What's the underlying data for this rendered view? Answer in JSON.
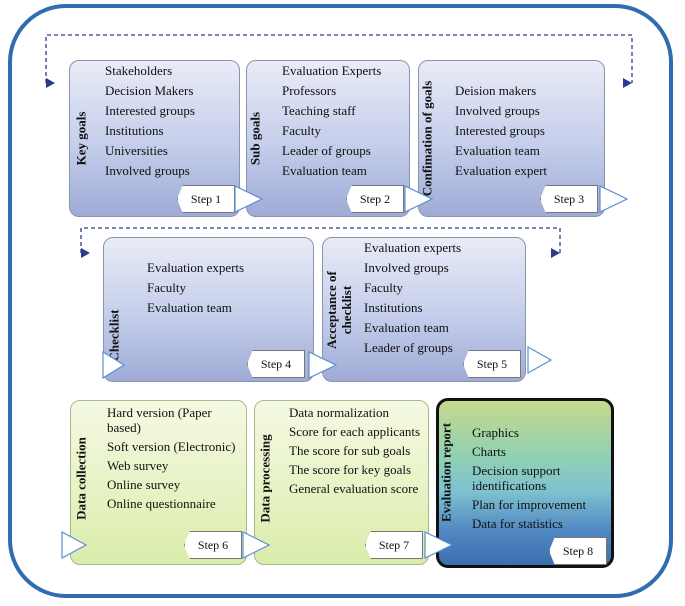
{
  "steps": [
    {
      "label": "Key goals",
      "step": "Step 1",
      "items": [
        "Stakeholders",
        "Decision Makers",
        "Interested groups",
        "Institutions",
        "Universities",
        "Involved groups"
      ]
    },
    {
      "label": "Sub goals",
      "step": "Step 2",
      "items": [
        "Evaluation Experts",
        "Professors",
        "Teaching staff",
        "Faculty",
        "Leader of groups",
        "Evaluation team"
      ]
    },
    {
      "label": "Confimation of goals",
      "step": "Step 3",
      "items": [
        "Deision makers",
        "Involved groups",
        "Interested groups",
        "Evaluation team",
        "Evaluation expert"
      ]
    },
    {
      "label": "Checklist",
      "step": "Step 4",
      "items": [
        "Evaluation experts",
        "Faculty",
        "Evaluation team"
      ]
    },
    {
      "label_line1": "Acceptance of",
      "label_line2": "checklist",
      "step": "Step 5",
      "items": [
        "Evaluation experts",
        "Involved groups",
        "Faculty",
        "Institutions",
        "Evaluation team",
        "Leader of groups"
      ]
    },
    {
      "label": "Data collection",
      "step": "Step 6",
      "items": [
        "Hard version (Paper based)",
        "Soft version (Electronic)",
        "Web survey",
        "Online survey",
        "Online questionnaire"
      ]
    },
    {
      "label": "Data processing",
      "step": "Step 7",
      "items": [
        "Data normalization",
        "Score for each applicants",
        "The score for sub goals",
        "The score for key goals",
        "General evaluation score"
      ]
    },
    {
      "label": "Evaluation report",
      "step": "Step 8",
      "items": [
        "Graphics",
        "Charts",
        "Decision support identifications",
        "Plan for improvement",
        "Data for statistics"
      ]
    }
  ],
  "colors": {
    "frame": "#2f6db0",
    "arrow": "#2b3a8c",
    "chevron": "#5b8fd0"
  }
}
